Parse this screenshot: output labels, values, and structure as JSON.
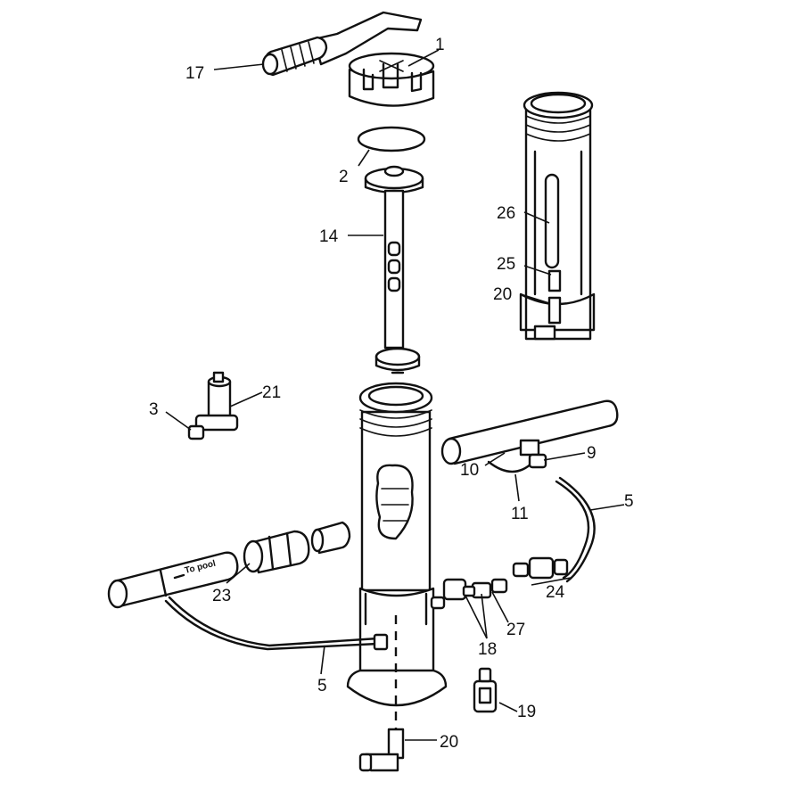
{
  "colors": {
    "line": "#111111",
    "background": "#ffffff"
  },
  "pipe_text": "To pool",
  "callouts": [
    {
      "id": "17",
      "label": "17"
    },
    {
      "id": "1",
      "label": "1"
    },
    {
      "id": "2",
      "label": "2"
    },
    {
      "id": "14",
      "label": "14"
    },
    {
      "id": "26",
      "label": "26"
    },
    {
      "id": "25",
      "label": "25"
    },
    {
      "id": "20a",
      "label": "20"
    },
    {
      "id": "3",
      "label": "3"
    },
    {
      "id": "21",
      "label": "21"
    },
    {
      "id": "9",
      "label": "9"
    },
    {
      "id": "10",
      "label": "10"
    },
    {
      "id": "11",
      "label": "11"
    },
    {
      "id": "5a",
      "label": "5"
    },
    {
      "id": "23",
      "label": "23"
    },
    {
      "id": "24",
      "label": "24"
    },
    {
      "id": "27",
      "label": "27"
    },
    {
      "id": "18",
      "label": "18"
    },
    {
      "id": "5b",
      "label": "5"
    },
    {
      "id": "19",
      "label": "19"
    },
    {
      "id": "20b",
      "label": "20"
    }
  ]
}
